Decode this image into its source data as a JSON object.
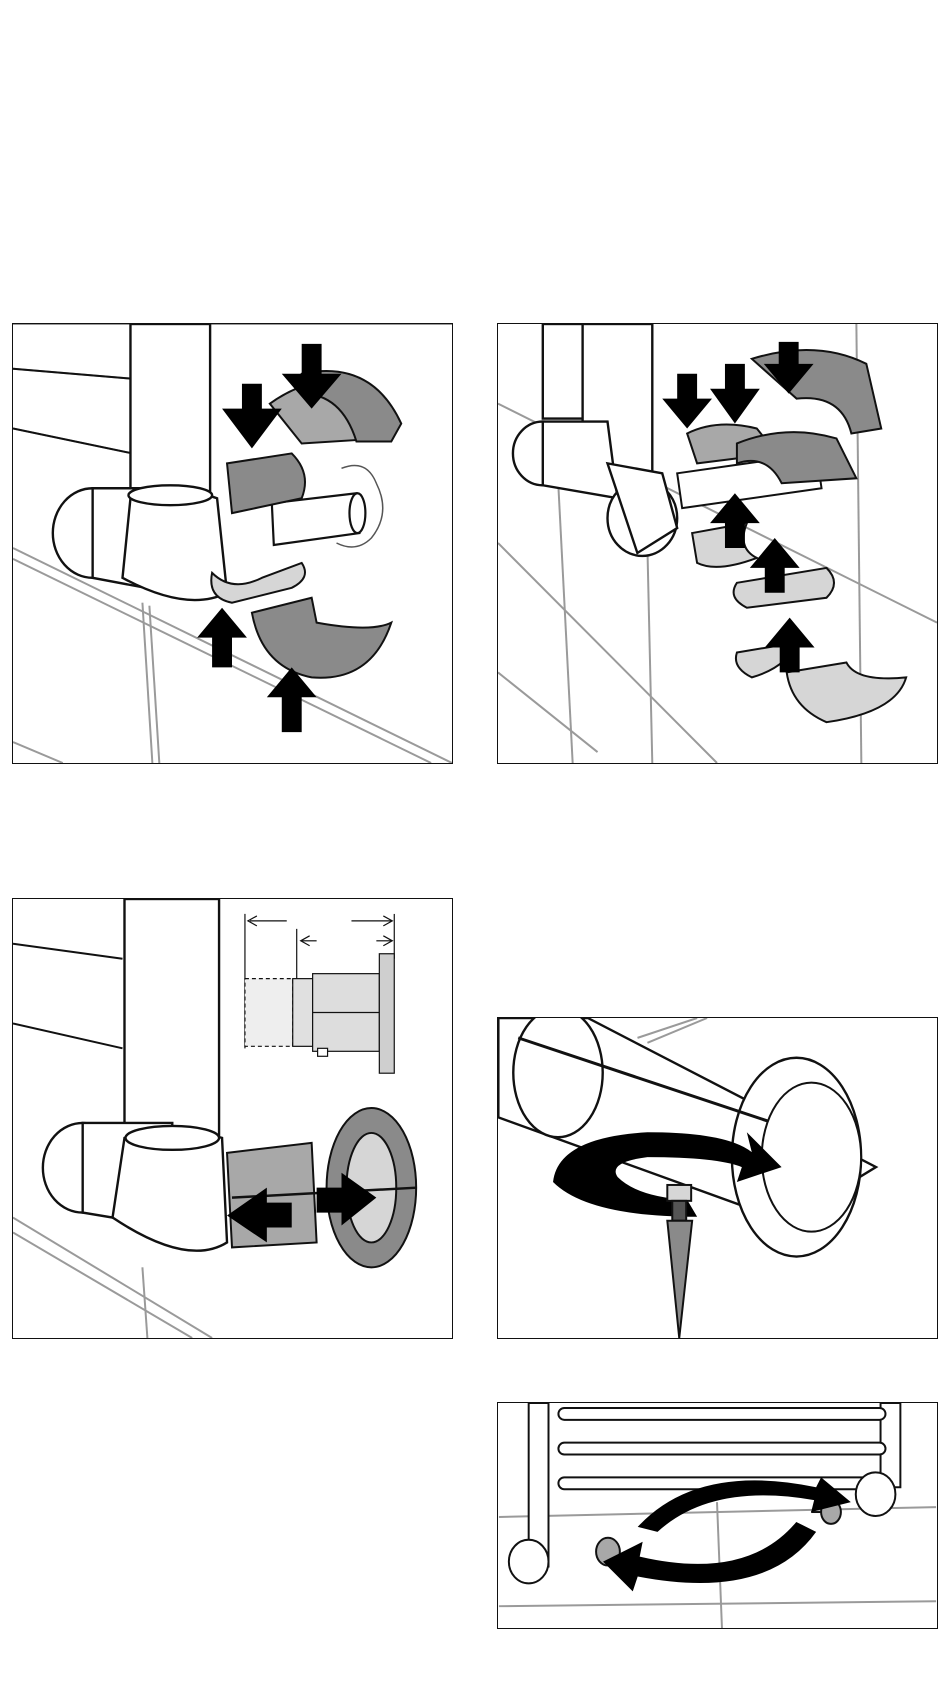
{
  "figure": {
    "panels": [
      {
        "id": "step-1",
        "subject": "pipe-cover-halves-fit-from-above-and-below"
      },
      {
        "id": "step-2",
        "subject": "multiple-cover-halves-assembled"
      },
      {
        "id": "step-3",
        "subject": "telescopic-cover-length-adjust"
      },
      {
        "id": "step-4",
        "subject": "tighten-screw-rotate"
      },
      {
        "id": "step-5",
        "subject": "swap-plug-and-valve"
      }
    ]
  },
  "colors": {
    "outline": "#111111",
    "cover_dark": "#8a8a8a",
    "cover_mid": "#a8a8a8",
    "cover_light": "#d6d6d6",
    "tile_line": "#9a9a9a",
    "arrow": "#000000"
  },
  "icons": [
    "arrow-down-icon",
    "arrow-up-icon",
    "double-arrow-icon",
    "rotate-arrow-icon",
    "swap-arrows-icon",
    "screwdriver-icon"
  ]
}
